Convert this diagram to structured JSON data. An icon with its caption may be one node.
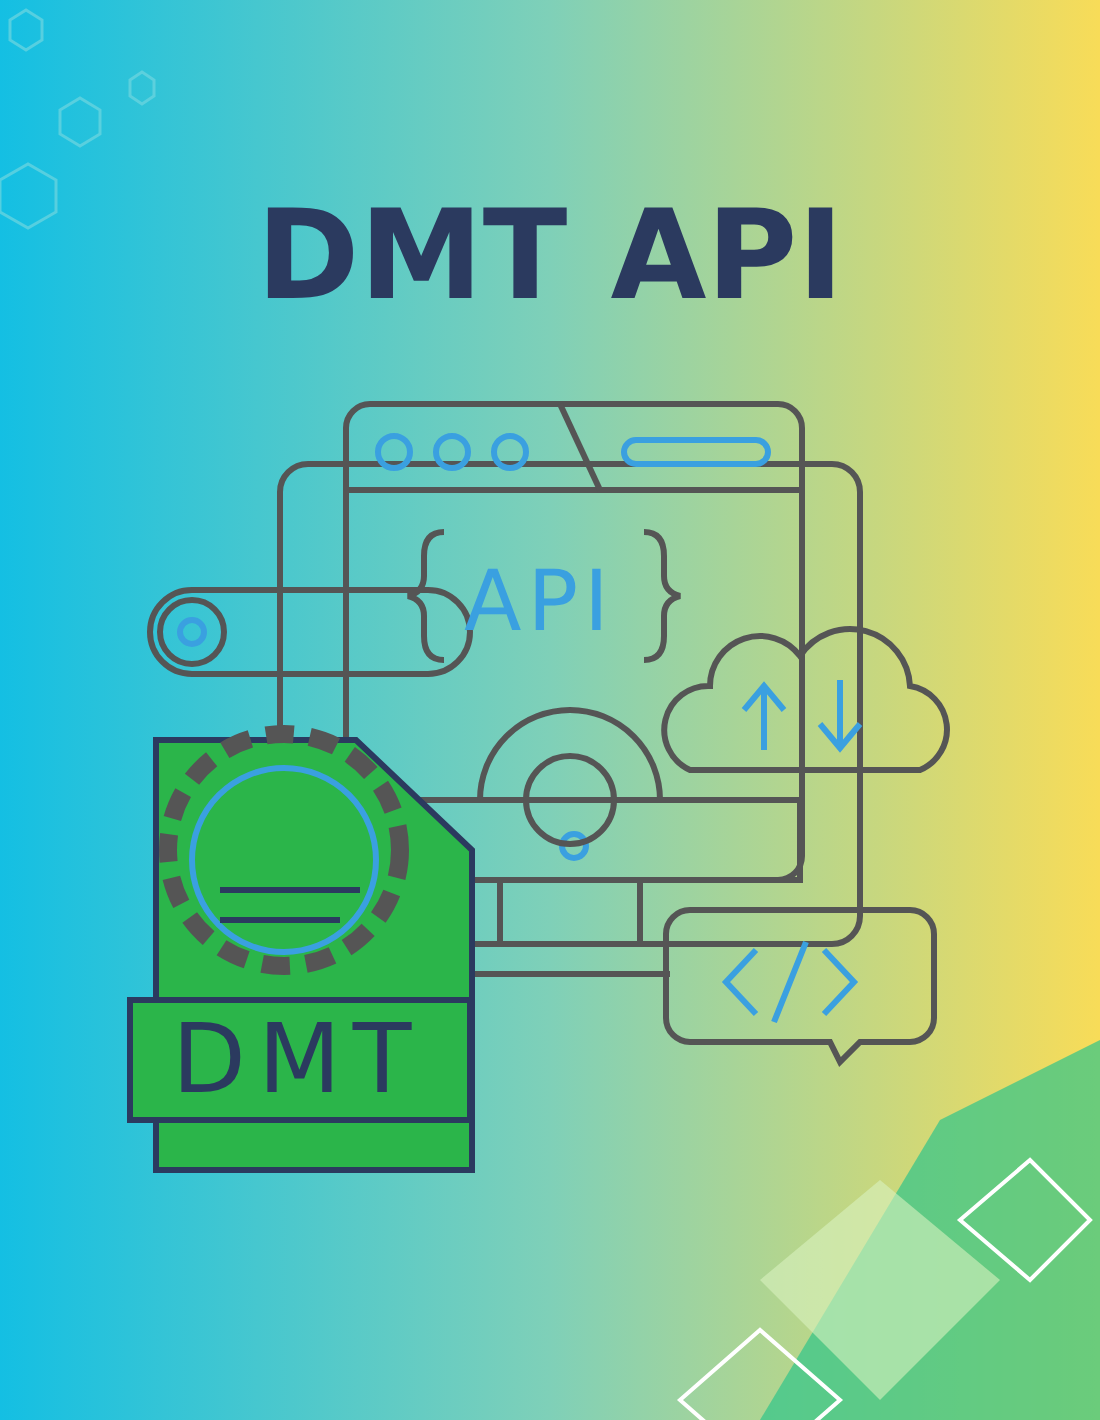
{
  "diagram": {
    "title": "DMT API",
    "labels": [
      "API",
      "DMT"
    ]
  }
}
